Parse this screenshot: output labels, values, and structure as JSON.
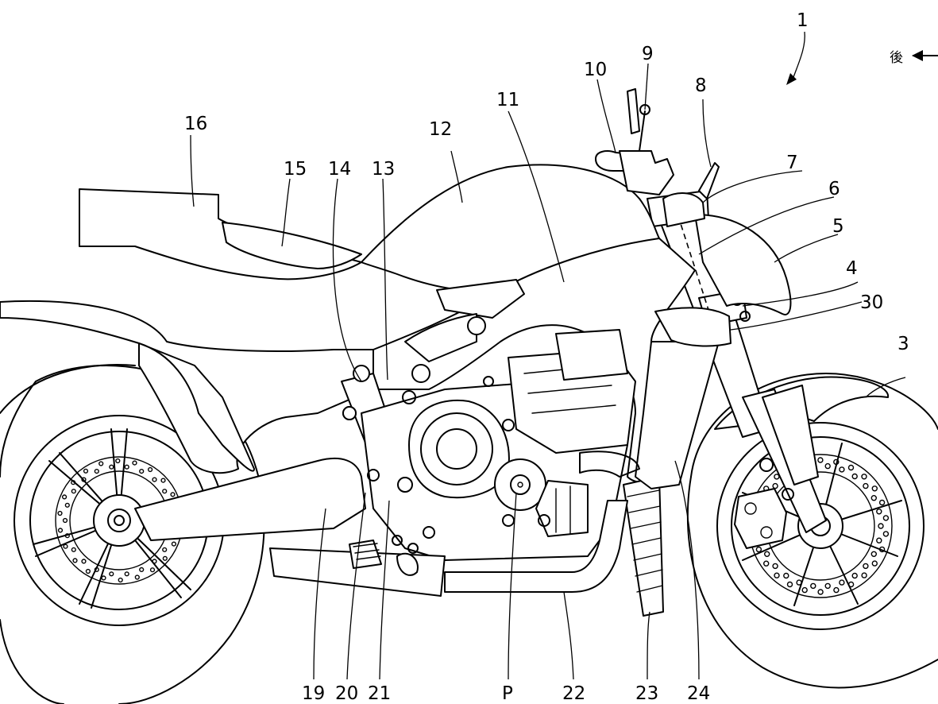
{
  "figure": {
    "direction_label": "後",
    "direction_arrow_icon": "arrow-left-icon",
    "labels": {
      "l1": "1",
      "l3": "3",
      "l4": "4",
      "l5": "5",
      "l6": "6",
      "l7": "7",
      "l8": "8",
      "l9": "9",
      "l10": "10",
      "l11": "11",
      "l12": "12",
      "l13": "13",
      "l14": "14",
      "l15": "15",
      "l16": "16",
      "l19": "19",
      "l20": "20",
      "l21": "21",
      "lP": "P",
      "l22": "22",
      "l23": "23",
      "l24": "24",
      "l30": "30"
    }
  }
}
